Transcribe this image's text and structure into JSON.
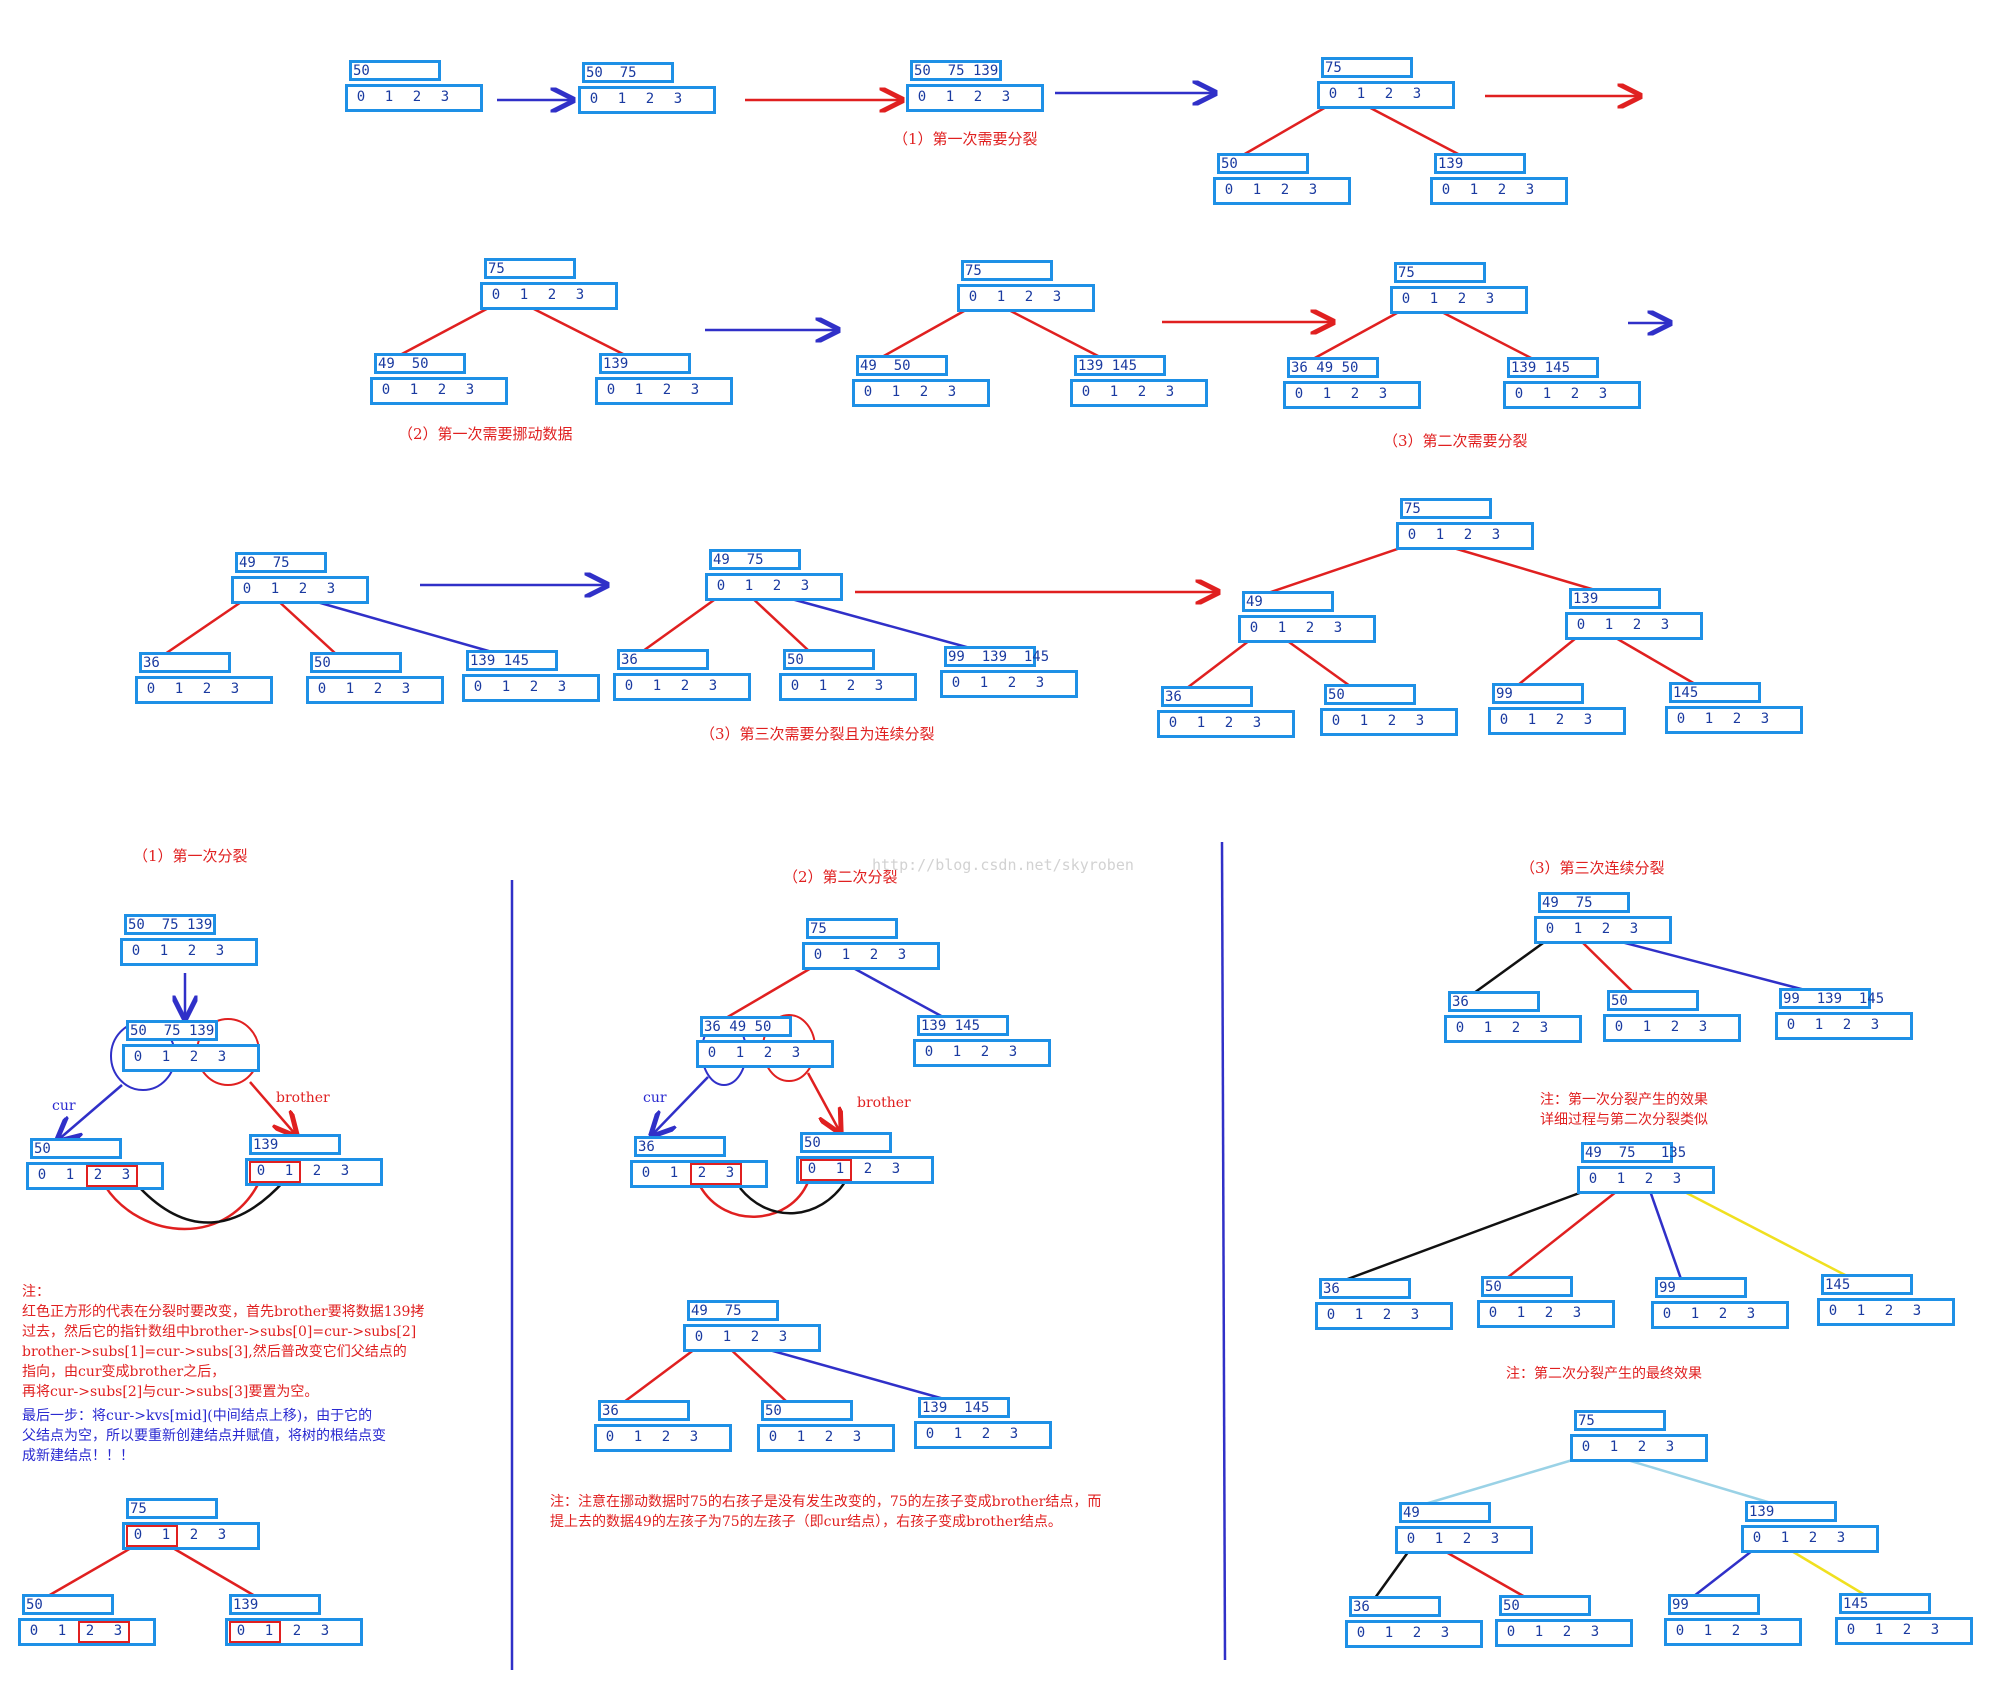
{
  "colors": {
    "node_border": "#1e90e6",
    "red": "#e02020",
    "blue": "#3030c8",
    "black": "#111111",
    "yellow": "#f0e020",
    "light_blue": "#9ad2e6"
  },
  "captions": {
    "c1": "（1）第一次需要分裂",
    "c2": "（2）第一次需要挪动数据",
    "c3": "（3）第二次需要分裂",
    "c4": "（3）第三次需要分裂且为连续分裂",
    "p1": "（1）第一次分裂",
    "p2": "（2）第二次分裂",
    "p3": "（3）第三次连续分裂"
  },
  "labels": {
    "cur": "cur",
    "brother": "brother"
  },
  "watermark": "http://blog.csdn.net/skyroben",
  "notes": {
    "n1_lines": [
      "注：",
      "红色正方形的代表在分裂时要改变，首先brother要将数据139拷",
      "过去，然后它的指针数组中brother->subs[0]=cur->subs[2]",
      "brother->subs[1]=cur->subs[3],然后普改变它们父结点的",
      "指向，由cur变成brother之后，",
      "再将cur->subs[2]与cur->subs[3]要置为空。"
    ],
    "n2_lines": [
      "最后一步：将cur->kvs[mid](中间结点上移)，由于它的",
      "父结点为空，所以要重新创建结点并赋值，将树的根结点变",
      "成新建结点！！！"
    ],
    "n3_lines": [
      "注：注意在挪动数据时75的右孩子是没有发生改变的，75的左孩子变成brother结点，而",
      "    提上去的数据49的左孩子为75的左孩子（即cur结点），右孩子变成brother结点。"
    ],
    "n4_lines": [
      "注：第一次分裂产生的效果",
      "    详细过程与第二次分裂类似"
    ],
    "n5": "注：第二次分裂产生的最终效果"
  },
  "nodes": [
    {
      "id": "a1",
      "keys": "50",
      "slots": [
        "0",
        "1",
        "2",
        "3"
      ]
    },
    {
      "id": "a2",
      "keys": "50  75",
      "slots": [
        "0",
        "1",
        "2",
        "3"
      ]
    },
    {
      "id": "a3",
      "keys": "50  75 139",
      "slots": [
        "0",
        "1",
        "2",
        "3"
      ]
    },
    {
      "id": "a4r",
      "keys": "75",
      "slots": [
        "0",
        "1",
        "2",
        "3"
      ]
    },
    {
      "id": "a4l",
      "keys": "50",
      "slots": [
        "0",
        "1",
        "2",
        "3"
      ]
    },
    {
      "id": "a4c",
      "keys": "139",
      "slots": [
        "0",
        "1",
        "2",
        "3"
      ]
    },
    {
      "id": "b1r",
      "keys": "75",
      "slots": [
        "0",
        "1",
        "2",
        "3"
      ]
    },
    {
      "id": "b1l",
      "keys": "49  50",
      "slots": [
        "0",
        "1",
        "2",
        "3"
      ]
    },
    {
      "id": "b1c",
      "keys": "139",
      "slots": [
        "0",
        "1",
        "2",
        "3"
      ]
    },
    {
      "id": "b2r",
      "keys": "75",
      "slots": [
        "0",
        "1",
        "2",
        "3"
      ]
    },
    {
      "id": "b2l",
      "keys": "49  50",
      "slots": [
        "0",
        "1",
        "2",
        "3"
      ]
    },
    {
      "id": "b2c",
      "keys": "139 145",
      "slots": [
        "0",
        "1",
        "2",
        "3"
      ]
    },
    {
      "id": "b3r",
      "keys": "75",
      "slots": [
        "0",
        "1",
        "2",
        "3"
      ]
    },
    {
      "id": "b3l",
      "keys": "36 49 50",
      "slots": [
        "0",
        "1",
        "2",
        "3"
      ]
    },
    {
      "id": "b3c",
      "keys": "139 145",
      "slots": [
        "0",
        "1",
        "2",
        "3"
      ]
    },
    {
      "id": "c1r",
      "keys": "49  75",
      "slots": [
        "0",
        "1",
        "2",
        "3"
      ]
    },
    {
      "id": "c1a",
      "keys": "36",
      "slots": [
        "0",
        "1",
        "2",
        "3"
      ]
    },
    {
      "id": "c1b",
      "keys": "50",
      "slots": [
        "0",
        "1",
        "2",
        "3"
      ]
    },
    {
      "id": "c1c",
      "keys": "139 145",
      "slots": [
        "0",
        "1",
        "2",
        "3"
      ]
    },
    {
      "id": "c2r",
      "keys": "49  75",
      "slots": [
        "0",
        "1",
        "2",
        "3"
      ]
    },
    {
      "id": "c2a",
      "keys": "36",
      "slots": [
        "0",
        "1",
        "2",
        "3"
      ]
    },
    {
      "id": "c2b",
      "keys": "50",
      "slots": [
        "0",
        "1",
        "2",
        "3"
      ]
    },
    {
      "id": "c2c",
      "keys": "99  139  145",
      "slots": [
        "0",
        "1",
        "2",
        "3"
      ]
    },
    {
      "id": "c3r",
      "keys": "75",
      "slots": [
        "0",
        "1",
        "2",
        "3"
      ]
    },
    {
      "id": "c3m1",
      "keys": "49",
      "slots": [
        "0",
        "1",
        "2",
        "3"
      ]
    },
    {
      "id": "c3m2",
      "keys": "139",
      "slots": [
        "0",
        "1",
        "2",
        "3"
      ]
    },
    {
      "id": "c3a",
      "keys": "36",
      "slots": [
        "0",
        "1",
        "2",
        "3"
      ]
    },
    {
      "id": "c3b",
      "keys": "50",
      "slots": [
        "0",
        "1",
        "2",
        "3"
      ]
    },
    {
      "id": "c3c",
      "keys": "99",
      "slots": [
        "0",
        "1",
        "2",
        "3"
      ]
    },
    {
      "id": "c3d",
      "keys": "145",
      "slots": [
        "0",
        "1",
        "2",
        "3"
      ]
    },
    {
      "id": "p1a",
      "keys": "50  75 139",
      "slots": [
        "0",
        "1",
        "2",
        "3"
      ]
    },
    {
      "id": "p1b",
      "keys": "50  75 139",
      "slots": [
        "0",
        "1",
        "2",
        "3"
      ]
    },
    {
      "id": "p1cur",
      "keys": "50",
      "slots": [
        "0",
        "1",
        "2",
        "3"
      ]
    },
    {
      "id": "p1bro",
      "keys": "139",
      "slots": [
        "0",
        "1",
        "2",
        "3"
      ]
    },
    {
      "id": "p1fr",
      "keys": "75",
      "slots": [
        "0",
        "1",
        "2",
        "3"
      ]
    },
    {
      "id": "p1fl",
      "keys": "50",
      "slots": [
        "0",
        "1",
        "2",
        "3"
      ]
    },
    {
      "id": "p1fc",
      "keys": "139",
      "slots": [
        "0",
        "1",
        "2",
        "3"
      ]
    },
    {
      "id": "p2r",
      "keys": "75",
      "slots": [
        "0",
        "1",
        "2",
        "3"
      ]
    },
    {
      "id": "p2l",
      "keys": "36 49 50",
      "slots": [
        "0",
        "1",
        "2",
        "3"
      ]
    },
    {
      "id": "p2c",
      "keys": "139 145",
      "slots": [
        "0",
        "1",
        "2",
        "3"
      ]
    },
    {
      "id": "p2cur",
      "keys": "36",
      "slots": [
        "0",
        "1",
        "2",
        "3"
      ]
    },
    {
      "id": "p2bro",
      "keys": "50",
      "slots": [
        "0",
        "1",
        "2",
        "3"
      ]
    },
    {
      "id": "p2fr",
      "keys": "49  75",
      "slots": [
        "0",
        "1",
        "2",
        "3"
      ]
    },
    {
      "id": "p2fa",
      "keys": "36",
      "slots": [
        "0",
        "1",
        "2",
        "3"
      ]
    },
    {
      "id": "p2fb",
      "keys": "50",
      "slots": [
        "0",
        "1",
        "2",
        "3"
      ]
    },
    {
      "id": "p2fc",
      "keys": "139  145",
      "slots": [
        "0",
        "1",
        "2",
        "3"
      ]
    },
    {
      "id": "p3r",
      "keys": "49  75",
      "slots": [
        "0",
        "1",
        "2",
        "3"
      ]
    },
    {
      "id": "p3a",
      "keys": "36",
      "slots": [
        "0",
        "1",
        "2",
        "3"
      ]
    },
    {
      "id": "p3b",
      "keys": "50",
      "slots": [
        "0",
        "1",
        "2",
        "3"
      ]
    },
    {
      "id": "p3c",
      "keys": "99  139  145",
      "slots": [
        "0",
        "1",
        "2",
        "3"
      ]
    },
    {
      "id": "p3r2",
      "keys": "49  75   135",
      "slots": [
        "0",
        "1",
        "2",
        "3"
      ]
    },
    {
      "id": "p3a2",
      "keys": "36",
      "slots": [
        "0",
        "1",
        "2",
        "3"
      ]
    },
    {
      "id": "p3b2",
      "keys": "50",
      "slots": [
        "0",
        "1",
        "2",
        "3"
      ]
    },
    {
      "id": "p3c2",
      "keys": "99",
      "slots": [
        "0",
        "1",
        "2",
        "3"
      ]
    },
    {
      "id": "p3d2",
      "keys": "145",
      "slots": [
        "0",
        "1",
        "2",
        "3"
      ]
    },
    {
      "id": "p3fr",
      "keys": "75",
      "slots": [
        "0",
        "1",
        "2",
        "3"
      ]
    },
    {
      "id": "p3fm1",
      "keys": "49",
      "slots": [
        "0",
        "1",
        "2",
        "3"
      ]
    },
    {
      "id": "p3fm2",
      "keys": "139",
      "slots": [
        "0",
        "1",
        "2",
        "3"
      ]
    },
    {
      "id": "p3fa",
      "keys": "36",
      "slots": [
        "0",
        "1",
        "2",
        "3"
      ]
    },
    {
      "id": "p3fb",
      "keys": "50",
      "slots": [
        "0",
        "1",
        "2",
        "3"
      ]
    },
    {
      "id": "p3fc",
      "keys": "99",
      "slots": [
        "0",
        "1",
        "2",
        "3"
      ]
    },
    {
      "id": "p3fd",
      "keys": "145",
      "slots": [
        "0",
        "1",
        "2",
        "3"
      ]
    }
  ]
}
